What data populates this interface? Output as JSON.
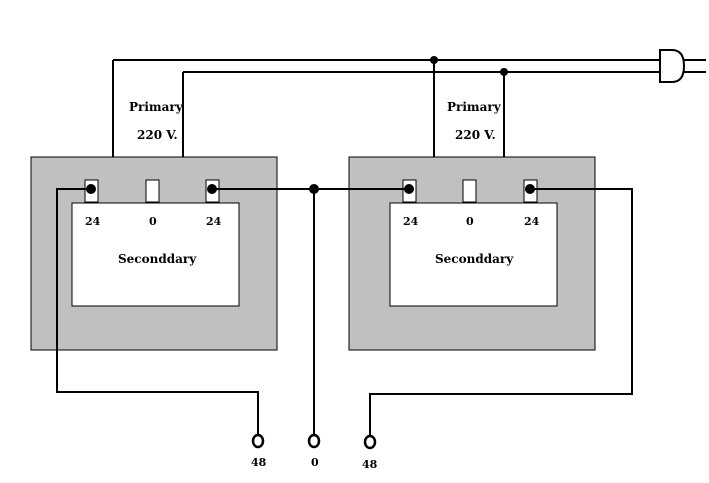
{
  "transformers": [
    {
      "primary_label": "Primary",
      "primary_voltage": "220 V.",
      "taps": [
        "24",
        "0",
        "24"
      ],
      "secondary_label": "Seconddary"
    },
    {
      "primary_label": "Primary",
      "primary_voltage": "220 V.",
      "taps": [
        "24",
        "0",
        "24"
      ],
      "secondary_label": "Seconddary"
    }
  ],
  "outputs": [
    "48",
    "0",
    "48"
  ],
  "colors": {
    "core": "#c0c0c0",
    "wire": "#000000",
    "secondary_panel": "#ffffff"
  }
}
